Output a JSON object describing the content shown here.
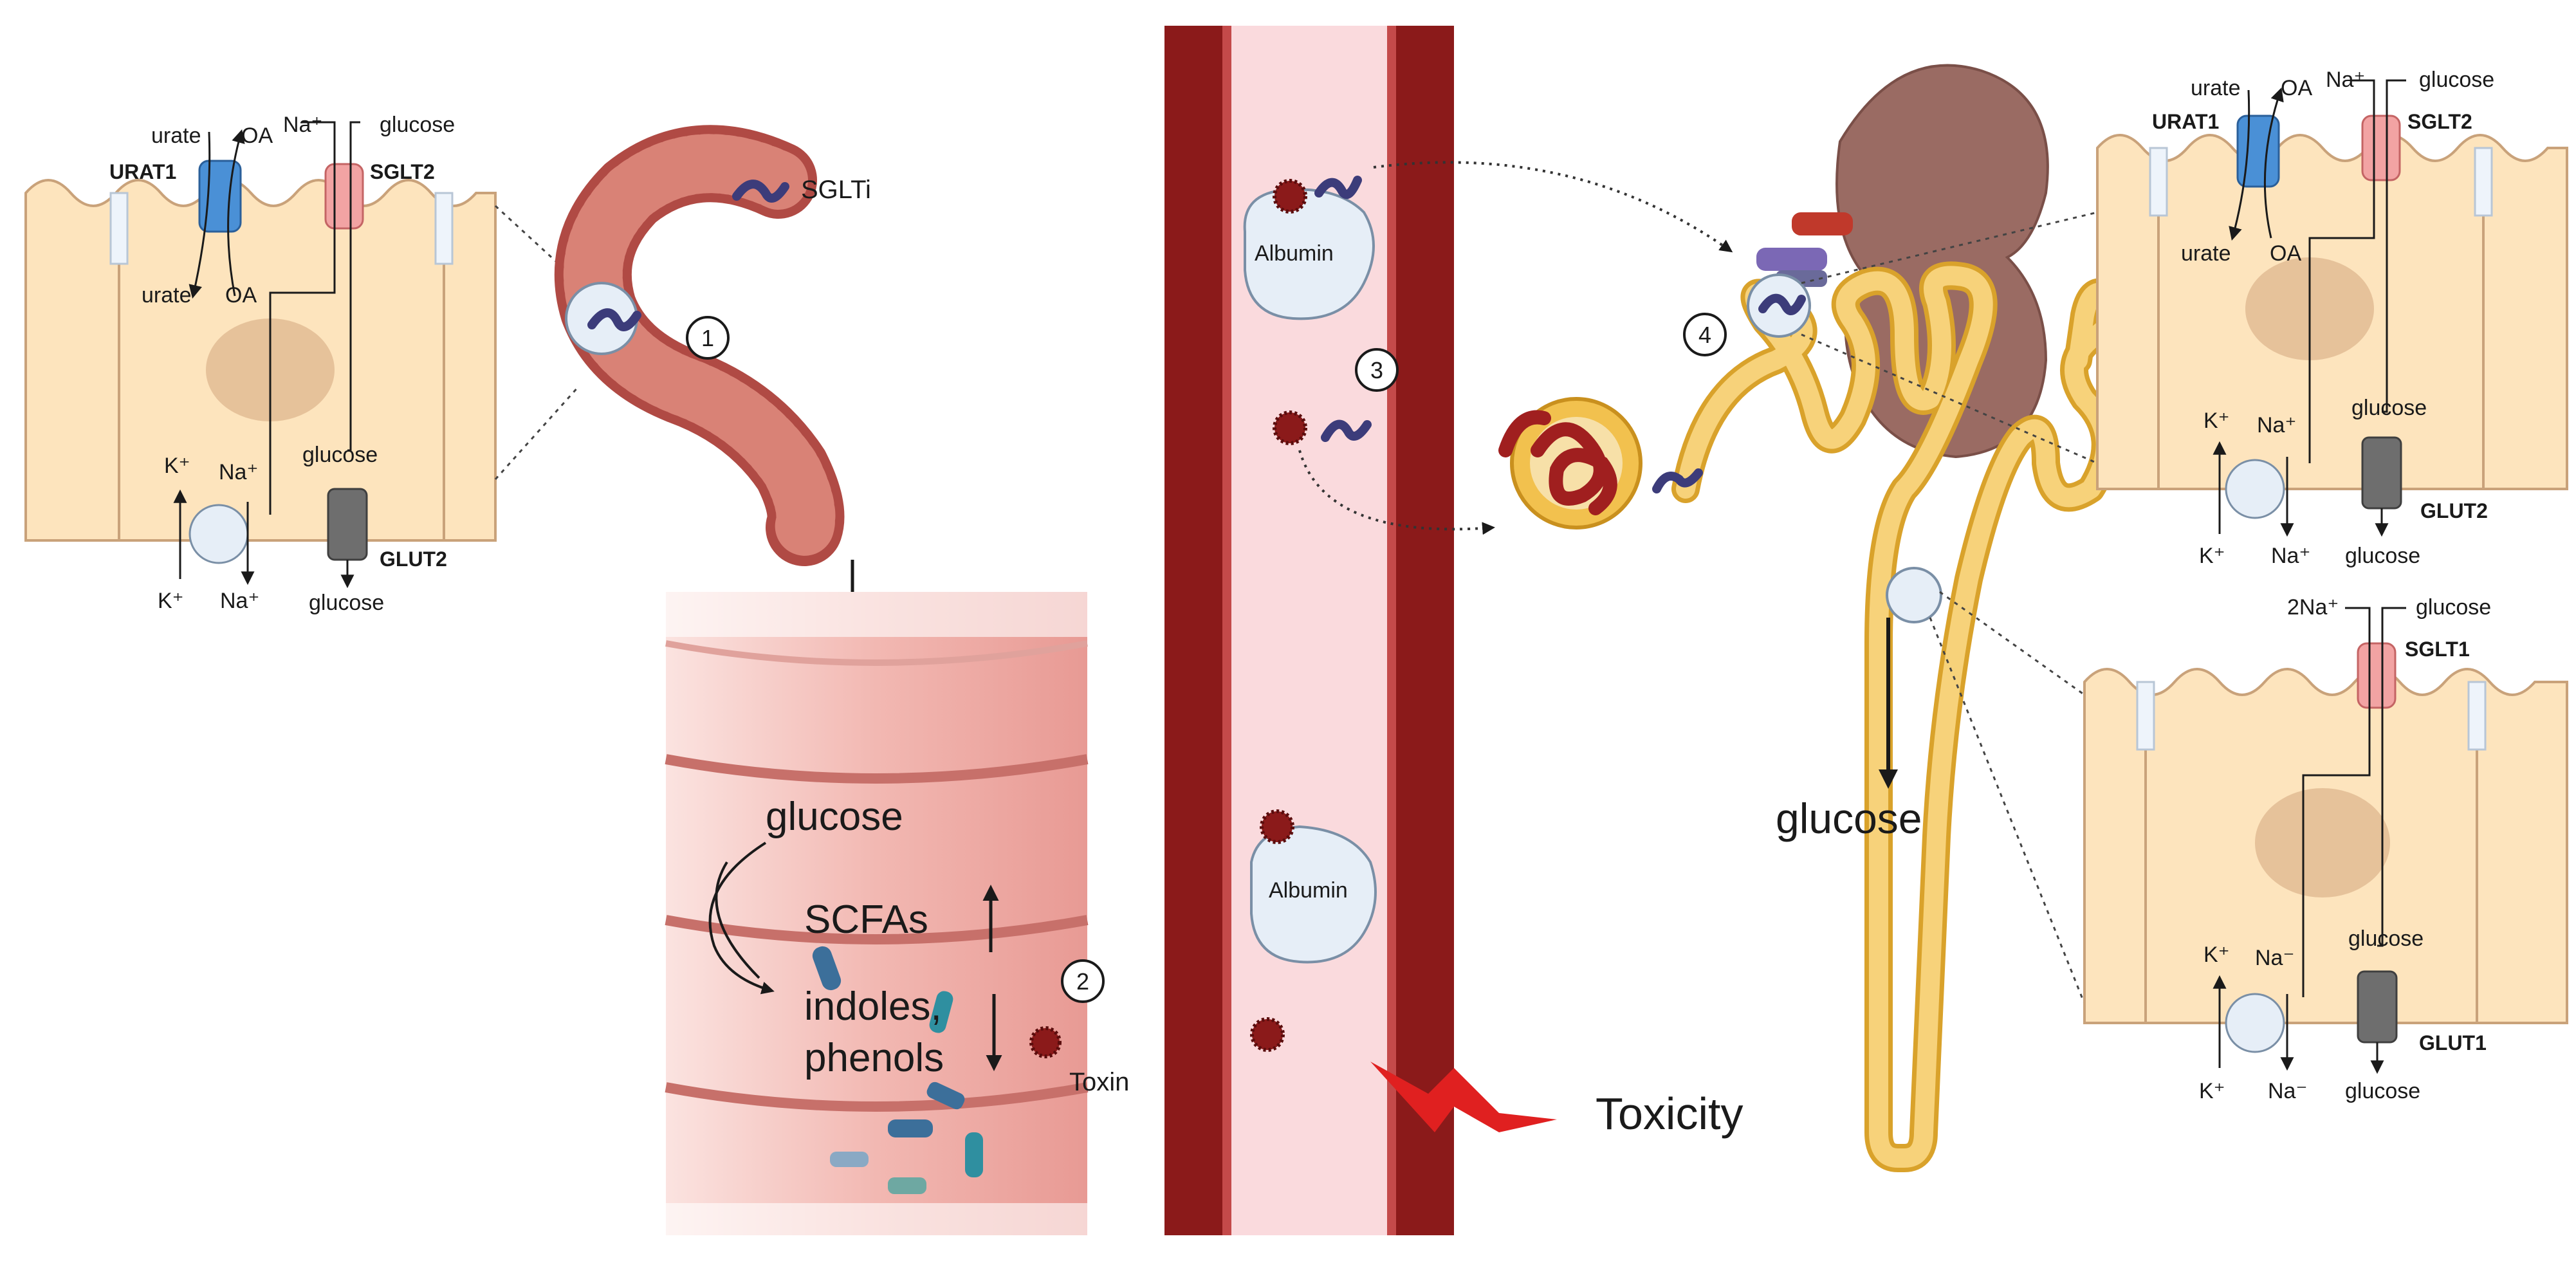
{
  "cell_panel_intestine": {
    "transporters": {
      "urat1": "URAT1",
      "sglt2": "SGLT2",
      "glut2": "GLUT2"
    },
    "top_labels": {
      "urate": "urate",
      "oa": "OA",
      "na": "Na⁺",
      "glucose": "glucose"
    },
    "inner_labels": {
      "urate": "urate",
      "oa": "OA",
      "glucose": "glucose"
    },
    "basal_labels": {
      "k_in": "K⁺",
      "na_in": "Na⁺",
      "k_out": "K⁺",
      "na_out": "Na⁺",
      "glucose_out": "glucose"
    }
  },
  "intestine": {
    "sglti": "SGLTi",
    "step1": "1"
  },
  "colon": {
    "glucose": "glucose",
    "scfas": "SCFAs",
    "indoles": "indoles,",
    "phenols": "phenols",
    "step2": "2",
    "toxin": "Toxin"
  },
  "vessel": {
    "albumin_top": "Albumin",
    "albumin_bottom": "Albumin",
    "step3": "3",
    "toxicity": "Toxicity"
  },
  "kidney": {
    "step4": "4",
    "glucose": "glucose"
  },
  "cell_panel_kidney_top": {
    "transporters": {
      "urat1": "URAT1",
      "sglt2": "SGLT2",
      "glut2": "GLUT2"
    },
    "top_labels": {
      "urate": "urate",
      "oa": "OA",
      "na": "Na⁺",
      "glucose": "glucose"
    },
    "inner_labels": {
      "urate": "urate",
      "oa": "OA",
      "glucose": "glucose"
    },
    "basal_labels": {
      "k_in": "K⁺",
      "na_in": "Na⁺",
      "k_out": "K⁺",
      "na_out": "Na⁺",
      "glucose_out": "glucose"
    }
  },
  "cell_panel_kidney_bottom": {
    "transporters": {
      "sglt1": "SGLT1",
      "glut1": "GLUT1"
    },
    "top_labels": {
      "na": "2Na⁺",
      "glucose": "glucose"
    },
    "inner_labels": {
      "glucose": "glucose"
    },
    "basal_labels": {
      "k_in": "K⁺",
      "na_in": "Na⁻",
      "k_out": "K⁺",
      "na_out": "Na⁻",
      "glucose_out": "glucose"
    }
  },
  "colors": {
    "cell_fill": "#fde4bd",
    "cell_stroke": "#c9a27a",
    "nucleus": "#e6c29a",
    "urat1": "#4a90d6",
    "sglt": "#f2a3a3",
    "glut": "#6e6e6e",
    "vessel_dark": "#8b1a1a",
    "vessel_light": "#fadadd",
    "albumin": "#e6eef7",
    "toxin": "#8b1a1a",
    "tubule": "#f2c14e",
    "kidney": "#9a6b63",
    "lightning": "#e02020"
  }
}
